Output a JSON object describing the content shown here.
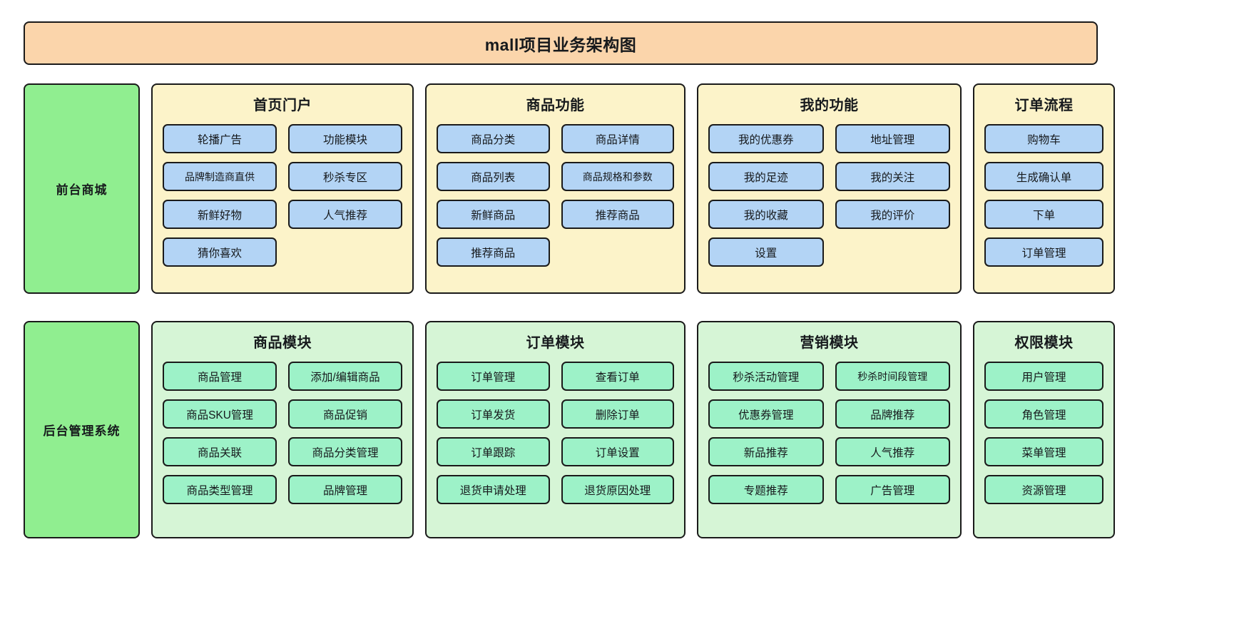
{
  "diagram": {
    "title": "mall项目业务架构图",
    "colors": {
      "title_bg": "#fbd5ab",
      "tier_bg": "#90ee90",
      "front_group_bg": "#fcf3c9",
      "front_item_bg": "#b3d4f5",
      "admin_group_bg": "#d6f5d6",
      "admin_item_bg": "#9df2c8",
      "border": "#1a1a1a"
    },
    "tiers": [
      {
        "label": "前台商城",
        "groups": [
          {
            "title": "首页门户",
            "columns": 2,
            "items": [
              "轮播广告",
              "功能模块",
              "品牌制造商直供",
              "秒杀专区",
              "新鲜好物",
              "人气推荐",
              "猜你喜欢"
            ]
          },
          {
            "title": "商品功能",
            "columns": 2,
            "items": [
              "商品分类",
              "商品详情",
              "商品列表",
              "商品规格和参数",
              "新鲜商品",
              "推荐商品",
              "推荐商品"
            ]
          },
          {
            "title": "我的功能",
            "columns": 2,
            "items": [
              "我的优惠券",
              "地址管理",
              "我的足迹",
              "我的关注",
              "我的收藏",
              "我的评价",
              "设置"
            ]
          },
          {
            "title": "订单流程",
            "columns": 1,
            "items": [
              "购物车",
              "生成确认单",
              "下单",
              "订单管理"
            ]
          }
        ]
      },
      {
        "label": "后台管理系统",
        "groups": [
          {
            "title": "商品模块",
            "columns": 2,
            "items": [
              "商品管理",
              "添加/编辑商品",
              "商品SKU管理",
              "商品促销",
              "商品关联",
              "商品分类管理",
              "商品类型管理",
              "品牌管理"
            ]
          },
          {
            "title": "订单模块",
            "columns": 2,
            "items": [
              "订单管理",
              "查看订单",
              "订单发货",
              "删除订单",
              "订单跟踪",
              "订单设置",
              "退货申请处理",
              "退货原因处理"
            ]
          },
          {
            "title": "营销模块",
            "columns": 2,
            "items": [
              "秒杀活动管理",
              "秒杀时间段管理",
              "优惠券管理",
              "品牌推荐",
              "新品推荐",
              "人气推荐",
              "专题推荐",
              "广告管理"
            ]
          },
          {
            "title": "权限模块",
            "columns": 1,
            "items": [
              "用户管理",
              "角色管理",
              "菜单管理",
              "资源管理"
            ]
          }
        ]
      }
    ]
  }
}
